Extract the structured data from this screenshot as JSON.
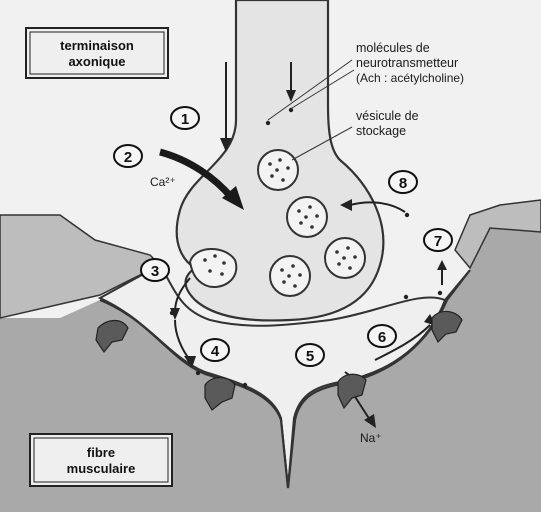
{
  "labels": {
    "terminal_line1": "terminaison",
    "terminal_line2": "axonique",
    "fibre_line1": "fibre",
    "fibre_line2": "musculaire",
    "molecules_line1": "molécules de",
    "molecules_line2": "neurotransmetteur",
    "molecules_line3": "(Ach : acétylcholine)",
    "vesicle_line1": "vésicule de",
    "vesicle_line2": "stockage",
    "calcium": "Ca²⁺",
    "sodium": "Na⁺"
  },
  "steps": [
    "1",
    "2",
    "3",
    "4",
    "5",
    "6",
    "7",
    "8"
  ],
  "colors": {
    "background": "#f1f1f1",
    "cytoplasm": "#e4e4e4",
    "outline": "#333333",
    "muscle": "#a9a9a9",
    "receptor": "#555555"
  }
}
